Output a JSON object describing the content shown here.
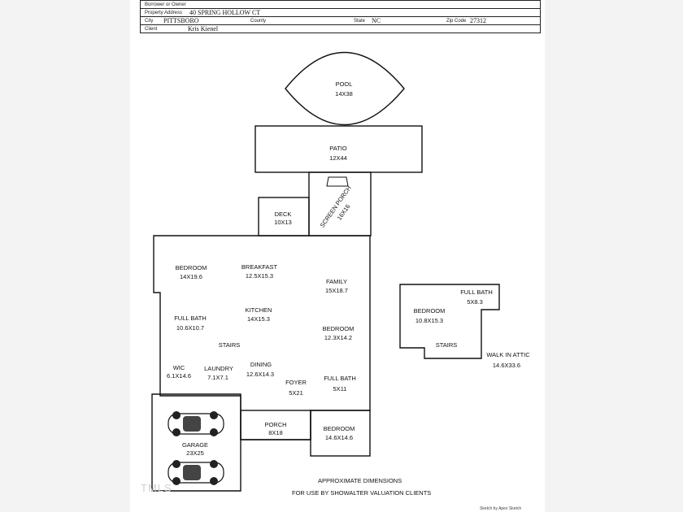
{
  "header": {
    "borrower_label": "Borrower or Owner",
    "borrower_value": "",
    "address_label": "Property Address",
    "address_value": "40 SPRING HOLLOW CT",
    "city_label": "City",
    "city_value": "PITTSBORO",
    "county_label": "County",
    "county_value": "",
    "state_label": "State",
    "state_value": "NC",
    "zip_label": "Zip Code",
    "zip_value": "27312",
    "client_label": "Client",
    "client_value": "Kris Kienel"
  },
  "rooms": {
    "pool": {
      "name": "POOL",
      "dim": "14X38"
    },
    "patio": {
      "name": "PATIO",
      "dim": "12X44"
    },
    "screen_porch": {
      "name": "SCREEN PORCH",
      "dim": "16X16"
    },
    "deck": {
      "name": "DECK",
      "dim": "10X13"
    },
    "bedroom1": {
      "name": "BEDROOM",
      "dim": "14X19.6"
    },
    "breakfast": {
      "name": "BREAKFAST",
      "dim": "12.5X15.3"
    },
    "family": {
      "name": "FAMILY",
      "dim": "15X18.7"
    },
    "full_bath1": {
      "name": "FULL BATH",
      "dim": "10.6X10.7"
    },
    "kitchen": {
      "name": "KITCHEN",
      "dim": "14X15.3"
    },
    "bedroom2": {
      "name": "BEDROOM",
      "dim": "12.3X14.2"
    },
    "stairs_main": {
      "name": "STAIRS"
    },
    "wic": {
      "name": "WIC",
      "dim": "6.1X14.6"
    },
    "laundry": {
      "name": "LAUNDRY",
      "dim": "7.1X7.1"
    },
    "dining": {
      "name": "DINING",
      "dim": "12.6X14.3"
    },
    "foyer": {
      "name": "FOYER",
      "dim": "5X21"
    },
    "full_bath2": {
      "name": "FULL BATH",
      "dim": "5X11"
    },
    "porch": {
      "name": "PORCH",
      "dim": "8X18"
    },
    "bedroom3": {
      "name": "BEDROOM",
      "dim": "14.6X14.6"
    },
    "garage": {
      "name": "GARAGE",
      "dim": "23X25"
    },
    "attic_bedroom": {
      "name": "BEDROOM",
      "dim": "10.8X15.3"
    },
    "attic_bath": {
      "name": "FULL BATH",
      "dim": "5X8.3"
    },
    "attic_stairs": {
      "name": "STAIRS"
    },
    "walk_in_attic": {
      "name": "WALK IN ATTIC",
      "dim": "14.6X33.6"
    }
  },
  "footer": {
    "line1": "APPROXIMATE DIMENSIONS",
    "line2": "FOR USE BY SHOWALTER VALUATION CLIENTS",
    "watermark": "TMLS",
    "sketch_credit": "Sketch by Apex Sketch"
  }
}
